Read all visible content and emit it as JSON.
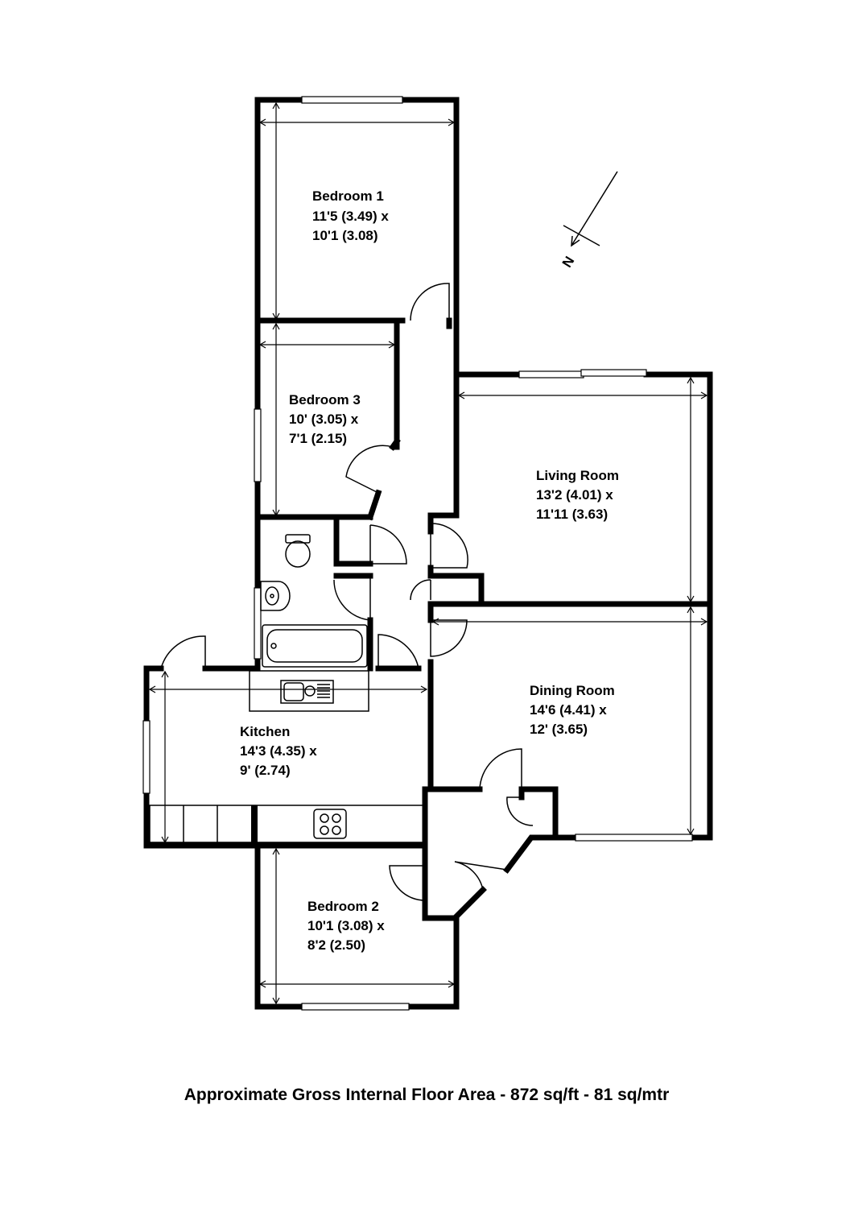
{
  "rooms": [
    {
      "id": "bedroom-1",
      "name": "Bedroom 1",
      "line1": "11'5 (3.49) x",
      "line2": "10'1 (3.08)"
    },
    {
      "id": "bedroom-3",
      "name": "Bedroom 3",
      "line1": "10' (3.05) x",
      "line2": "7'1 (2.15)"
    },
    {
      "id": "living-room",
      "name": "Living Room",
      "line1": "13'2 (4.01) x",
      "line2": "11'11 (3.63)"
    },
    {
      "id": "dining-room",
      "name": "Dining Room",
      "line1": "14'6 (4.41) x",
      "line2": "12' (3.65)"
    },
    {
      "id": "kitchen",
      "name": "Kitchen",
      "line1": "14'3 (4.35) x",
      "line2": "9' (2.74)"
    },
    {
      "id": "bedroom-2",
      "name": "Bedroom 2",
      "line1": "10'1 (3.08) x",
      "line2": "8'2 (2.50)"
    }
  ],
  "compass": {
    "label": "N",
    "icon": "north-arrow-icon"
  },
  "footer": {
    "text": "Approximate Gross Internal Floor Area - 872 sq/ft - 81 sq/mtr"
  },
  "colors": {
    "ink": "#000000",
    "background": "#ffffff"
  }
}
